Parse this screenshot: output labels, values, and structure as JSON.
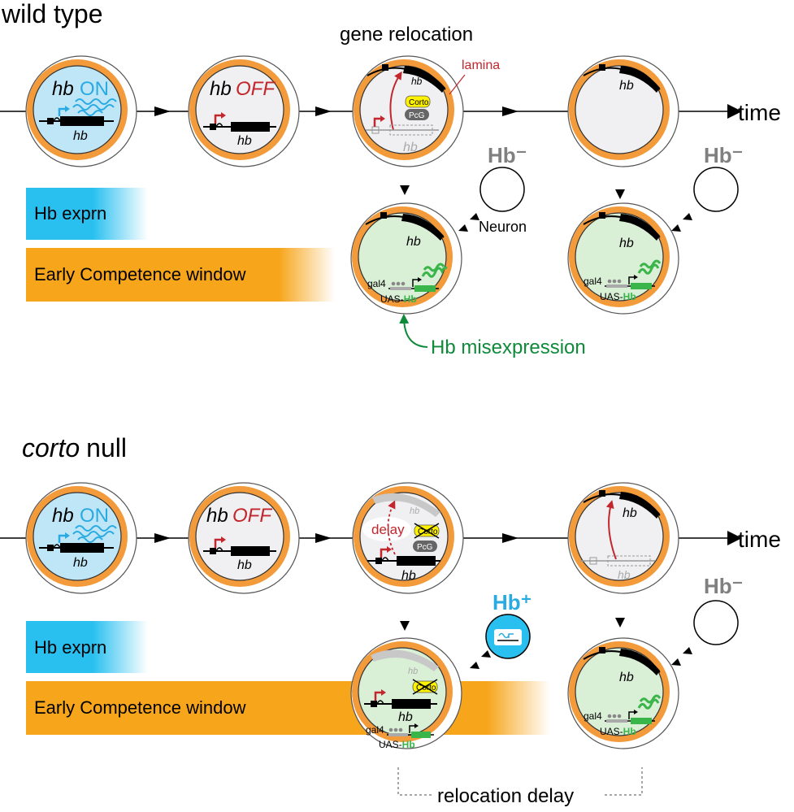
{
  "panels": [
    {
      "title": "wild type",
      "title_italic_part": "",
      "time_label": "time",
      "cell1": {
        "gene": "hb",
        "state": "ON",
        "gene_label": "hb"
      },
      "cell2": {
        "gene": "hb",
        "state": "OFF",
        "gene_label": "hb"
      },
      "cell3": {
        "header": "gene relocation",
        "lamina_label": "lamina",
        "top_gene_label": "hb",
        "corto_label": "Corto",
        "pcg_label": "PcG",
        "ghost_gene_label": "hb"
      },
      "cell4": {
        "gene_label": "hb"
      },
      "hb_exprn_label": "Hb exprn",
      "competence_label": "Early Competence window",
      "misexpr1": {
        "gene_label": "hb",
        "gal4_label": "gal4",
        "uas_label": "UAS-",
        "uas_hb_label": "Hb"
      },
      "misexpr2": {
        "gene_label": "hb",
        "gal4_label": "gal4",
        "uas_label": "UAS-",
        "uas_hb_label": "Hb"
      },
      "neuron1": {
        "label": "Hb⁻",
        "sub_label": "Neuron"
      },
      "neuron2": {
        "label": "Hb⁻"
      },
      "misexpression_label": "Hb misexpression"
    },
    {
      "title": "null",
      "title_italic_part": "corto",
      "time_label": "time",
      "cell1": {
        "gene": "hb",
        "state": "ON",
        "gene_label": "hb"
      },
      "cell2": {
        "gene": "hb",
        "state": "OFF",
        "gene_label": "hb"
      },
      "cell3": {
        "delay_label": "delay",
        "corto_label": "Corto",
        "pcg_label": "PcG",
        "gene_label": "hb",
        "ghost_gene_label": "hb"
      },
      "cell4": {
        "gene_label": "hb",
        "ghost_gene_label": "hb"
      },
      "hb_exprn_label": "Hb exprn",
      "competence_label": "Early Competence window",
      "misexpr1": {
        "gene_label": "hb",
        "ghost_gene_label": "hb",
        "corto_label": "Corto",
        "gal4_label": "gal4",
        "uas_label": "UAS-",
        "uas_hb_label": "Hb"
      },
      "misexpr2": {
        "gene_label": "hb",
        "gal4_label": "gal4",
        "uas_label": "UAS-",
        "uas_hb_label": "Hb"
      },
      "neuron1": {
        "label": "Hb⁺"
      },
      "neuron2": {
        "label": "Hb⁻"
      },
      "delay_bracket_label": "relocation delay"
    }
  ],
  "colors": {
    "orange": "#f7a23b",
    "nucleus_blue": "#bfe6f7",
    "nucleus_gray": "#f0eff1",
    "nucleus_green": "#d9efd6",
    "hb_on_blue": "#29abe2",
    "hb_off_red": "#c1272d",
    "green": "#39b54a",
    "dark_green": "#0e8a3a",
    "gray_text": "#808080",
    "yellow": "#fff200"
  }
}
